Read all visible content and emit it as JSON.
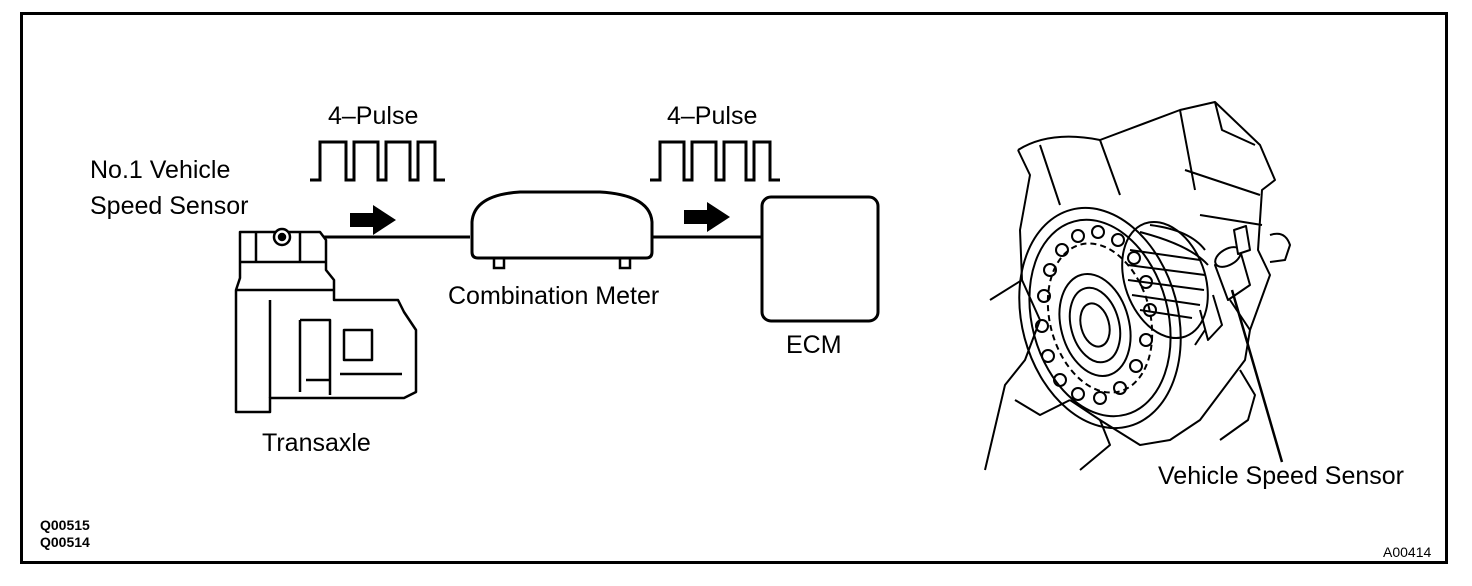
{
  "diagram": {
    "pulse_left": "4–Pulse",
    "pulse_right": "4–Pulse",
    "sensor_label_line1": "No.1 Vehicle",
    "sensor_label_line2": "Speed Sensor",
    "transaxle_label": "Transaxle",
    "meter_label": "Combination Meter",
    "ecm_label": "ECM",
    "vss_label": "Vehicle Speed Sensor",
    "code_left_1": "Q00515",
    "code_left_2": "Q00514",
    "code_right": "A00414"
  },
  "colors": {
    "line": "#000000",
    "background": "#ffffff"
  }
}
